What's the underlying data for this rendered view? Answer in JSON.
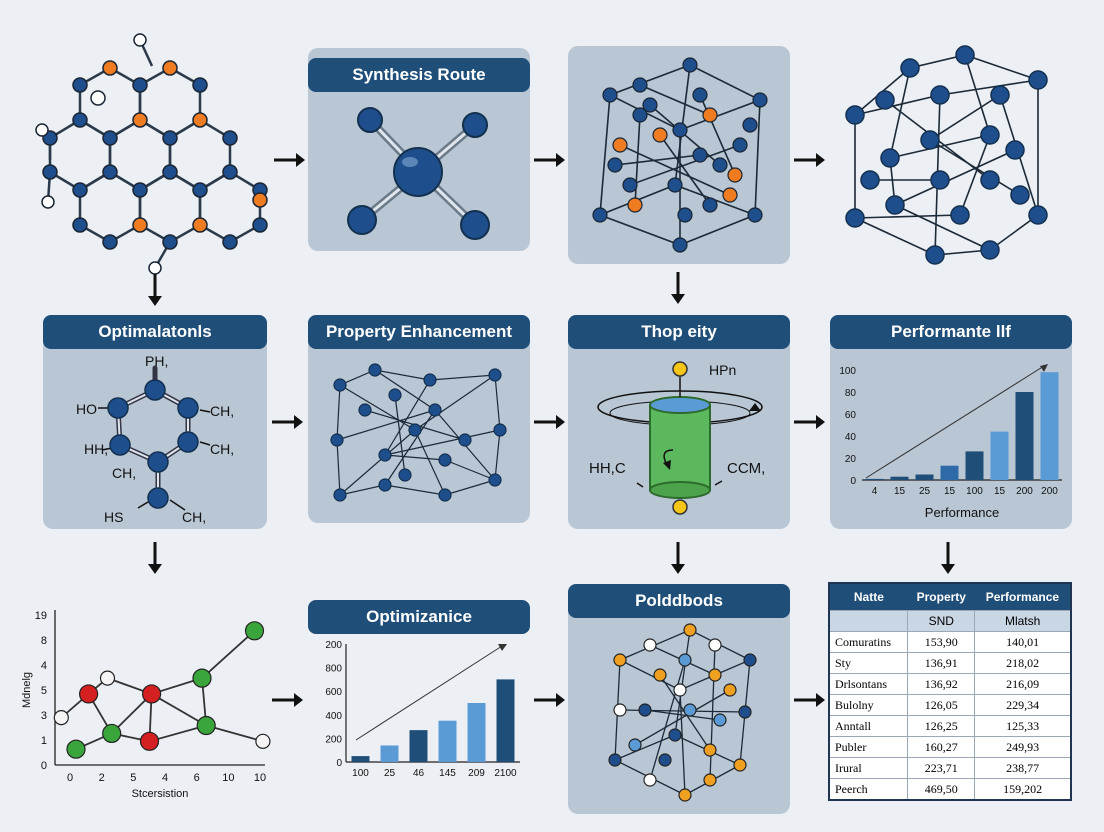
{
  "titles": {
    "synthesis": "Synthesis Route",
    "optimalations": "Optimalatonls",
    "property_enhancement": "Property Enhancement",
    "thop": "Thop eity",
    "performance": "Performante llf",
    "optimizanice": "Optimizanice",
    "poldd": "Polddbods"
  },
  "molecule_labels": {
    "ph": "PH,",
    "ho": "HO",
    "ch1": "CH,",
    "hh": "HH,",
    "ch2": "CH,",
    "ch3": "CH,",
    "hs": "HS",
    "ch4": "CH,"
  },
  "cylinder_labels": {
    "hpn": "HPn",
    "hhc": "HH,C",
    "ccm": "CCM,"
  },
  "chart_data": [
    {
      "type": "bar",
      "title": "",
      "xlabel": "Performance",
      "ylabel": "",
      "categories": [
        "4",
        "15",
        "25",
        "15",
        "100",
        "15",
        "200",
        "200"
      ],
      "y_ticks": [
        "100",
        "80",
        "60",
        "40",
        "20",
        "0"
      ],
      "values": [
        1,
        3,
        5,
        13,
        26,
        44,
        80,
        98
      ],
      "ylim": [
        0,
        100
      ],
      "colors": [
        "#1f4e79",
        "#1f4e79",
        "#1f4e79",
        "#2f6aa8",
        "#1f4e79",
        "#5b9bd5",
        "#1f4e79",
        "#5b9bd5",
        "#1f4e79"
      ],
      "trend_arrow": true
    },
    {
      "type": "bar",
      "title": "",
      "xlabel": "",
      "ylabel": "",
      "categories": [
        "100",
        "25",
        "46",
        "145",
        "209",
        "2100"
      ],
      "y_ticks": [
        "200",
        "800",
        "600",
        "400",
        "200",
        "0"
      ],
      "values": [
        50,
        140,
        270,
        350,
        500,
        700
      ],
      "ylim": [
        0,
        1000
      ],
      "colors": [
        "#1f4e79",
        "#5b9bd5",
        "#1f4e79",
        "#5b9bd5",
        "#5b9bd5",
        "#1f4e79"
      ],
      "trend_arrow": true
    },
    {
      "type": "scatter",
      "title": "",
      "xlabel": "Stcersistion",
      "ylabel": "Mdnelg",
      "x_ticks": [
        "0",
        "2",
        "5",
        "4",
        "6",
        "10",
        "10"
      ],
      "y_ticks": [
        "19",
        "8",
        "4",
        "5",
        "3",
        "1",
        "0"
      ],
      "points": [
        {
          "x": 1,
          "y": 2,
          "color": "green"
        },
        {
          "x": 0.3,
          "y": 6,
          "color": "white"
        },
        {
          "x": 1.6,
          "y": 9,
          "color": "red"
        },
        {
          "x": 2.5,
          "y": 11,
          "color": "white"
        },
        {
          "x": 2.7,
          "y": 4,
          "color": "green"
        },
        {
          "x": 4.6,
          "y": 9,
          "color": "red"
        },
        {
          "x": 4.5,
          "y": 3,
          "color": "red"
        },
        {
          "x": 7,
          "y": 11,
          "color": "green"
        },
        {
          "x": 7.2,
          "y": 5,
          "color": "green"
        },
        {
          "x": 9.5,
          "y": 17,
          "color": "green"
        },
        {
          "x": 9.9,
          "y": 3,
          "color": "white"
        }
      ]
    },
    {
      "type": "table",
      "headers": [
        "Natte",
        "Property",
        "Performance"
      ],
      "subheaders": [
        "",
        "SND",
        "Mlatsh"
      ],
      "rows": [
        [
          "Comuratins",
          "153,90",
          "140,01"
        ],
        [
          "Sty",
          "136,91",
          "218,02"
        ],
        [
          "Drlsontans",
          "136,92",
          "216,09"
        ],
        [
          "Bulolny",
          "126,05",
          "229,34"
        ],
        [
          "Anntall",
          "126,25",
          "125,33"
        ],
        [
          "Publer",
          "160,27",
          "249,93"
        ],
        [
          "Irural",
          "223,71",
          "238,77"
        ],
        [
          "Peerch",
          "469,50",
          "159,202"
        ]
      ]
    }
  ]
}
